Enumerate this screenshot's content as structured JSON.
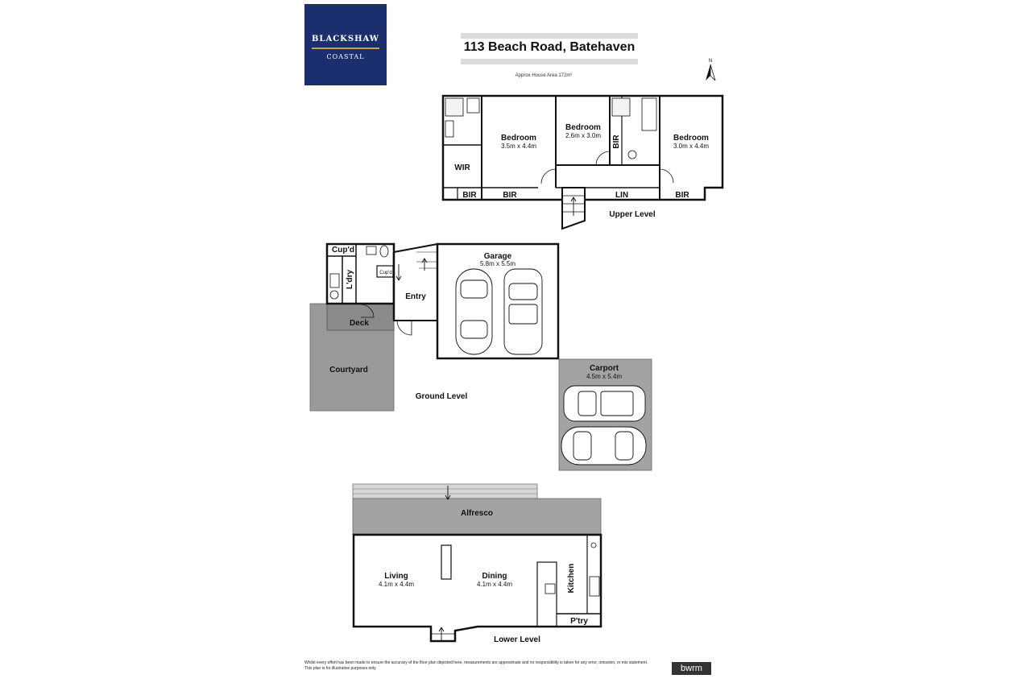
{
  "logo": {
    "line1": "BLACKSHAW",
    "line2": "COASTAL"
  },
  "header": {
    "title": "113 Beach Road, Batehaven",
    "area": "Approx House Area 172m²",
    "north": "N"
  },
  "upper": {
    "level_label": "Upper Level",
    "bedroom1": {
      "name": "Bedroom",
      "dim": "3.5m x 4.4m"
    },
    "bedroom2": {
      "name": "Bedroom",
      "dim": "2.6m x 3.0m"
    },
    "bedroom3": {
      "name": "Bedroom",
      "dim": "3.0m x 4.4m"
    },
    "wir": "WIR",
    "bir": "BIR",
    "lin": "LIN"
  },
  "ground": {
    "level_label": "Ground Level",
    "cupd": "Cup'd",
    "cupd_small": "Cup'd",
    "ldry": "L'dry",
    "entry": "Entry",
    "deck": "Deck",
    "courtyard": "Courtyard",
    "garage": {
      "name": "Garage",
      "dim": "5.8m x 5.5m"
    },
    "carport": {
      "name": "Carport",
      "dim": "4.5m x 5.4m"
    }
  },
  "lower": {
    "level_label": "Lower Level",
    "alfresco": "Alfresco",
    "living": {
      "name": "Living",
      "dim": "4.1m x 4.4m"
    },
    "dining": {
      "name": "Dining",
      "dim": "4.1m x 4.4m"
    },
    "kitchen": "Kitchen",
    "ptry": "P'try"
  },
  "footer": {
    "disclaimer1": "Whilst every effort has been made to ensure the accuracy of the floor plan depicted here, measurements are approximate and no responsibility is taken for any error, omission, or mis statement.",
    "disclaimer2": "This plan is for illustrative purposes only.",
    "brand": "bwrm"
  }
}
